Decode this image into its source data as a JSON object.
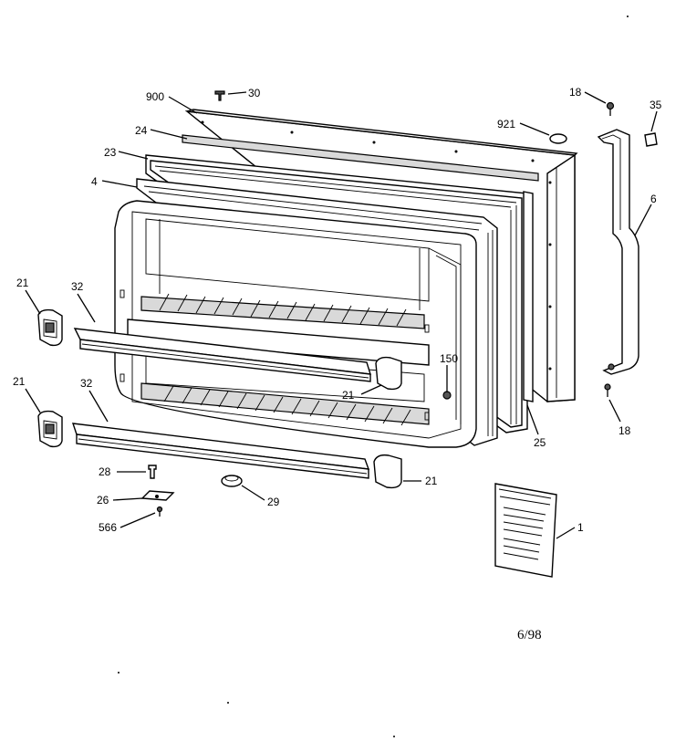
{
  "diagram": {
    "date_code": "6/98",
    "callouts": {
      "c900": "900",
      "c30": "30",
      "c24": "24",
      "c23": "23",
      "c4": "4",
      "c921": "921",
      "c18_top": "18",
      "c35": "35",
      "c6": "6",
      "c18_bottom": "18",
      "c21_left_top": "21",
      "c32_top": "32",
      "c21_left_bottom": "21",
      "c32_bottom": "32",
      "c150": "150",
      "c21_center": "21",
      "c25": "25",
      "c28": "28",
      "c26": "26",
      "c566": "566",
      "c29": "29",
      "c21_right": "21",
      "c1": "1"
    }
  }
}
